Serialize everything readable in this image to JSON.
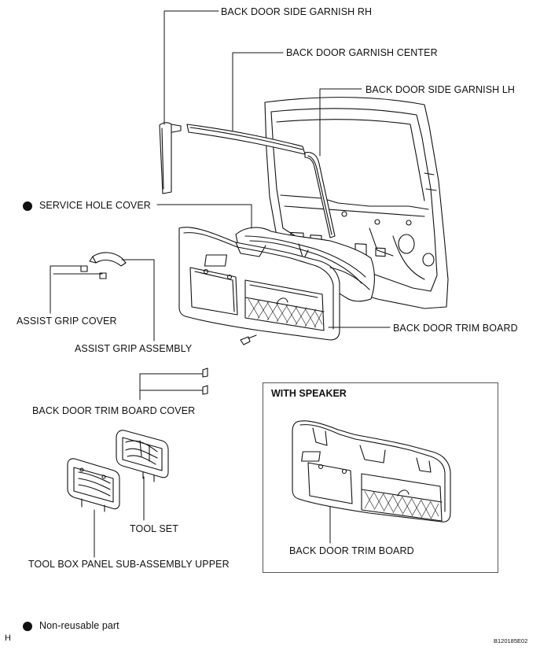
{
  "labels": {
    "side_garnish_rh": "BACK DOOR SIDE GARNISH RH",
    "garnish_center": "BACK DOOR GARNISH CENTER",
    "side_garnish_lh": "BACK DOOR SIDE GARNISH LH",
    "service_hole_cover": "SERVICE HOLE COVER",
    "assist_grip_cover": "ASSIST GRIP COVER",
    "assist_grip_assembly": "ASSIST GRIP ASSEMBLY",
    "trim_board": "BACK DOOR TRIM BOARD",
    "trim_board_cover": "BACK DOOR TRIM BOARD COVER",
    "tool_set": "TOOL SET",
    "tool_box_panel": "TOOL BOX PANEL SUB-ASSEMBLY UPPER"
  },
  "inset": {
    "title": "WITH SPEAKER",
    "trim_board": "BACK DOOR TRIM BOARD"
  },
  "legend": {
    "non_reusable": "Non-reusable part"
  },
  "footer": {
    "corner_letter": "H",
    "figure_id": "B120185E02"
  },
  "colors": {
    "line": "#111111",
    "shade": "#d8d8d8",
    "background": "#ffffff"
  }
}
